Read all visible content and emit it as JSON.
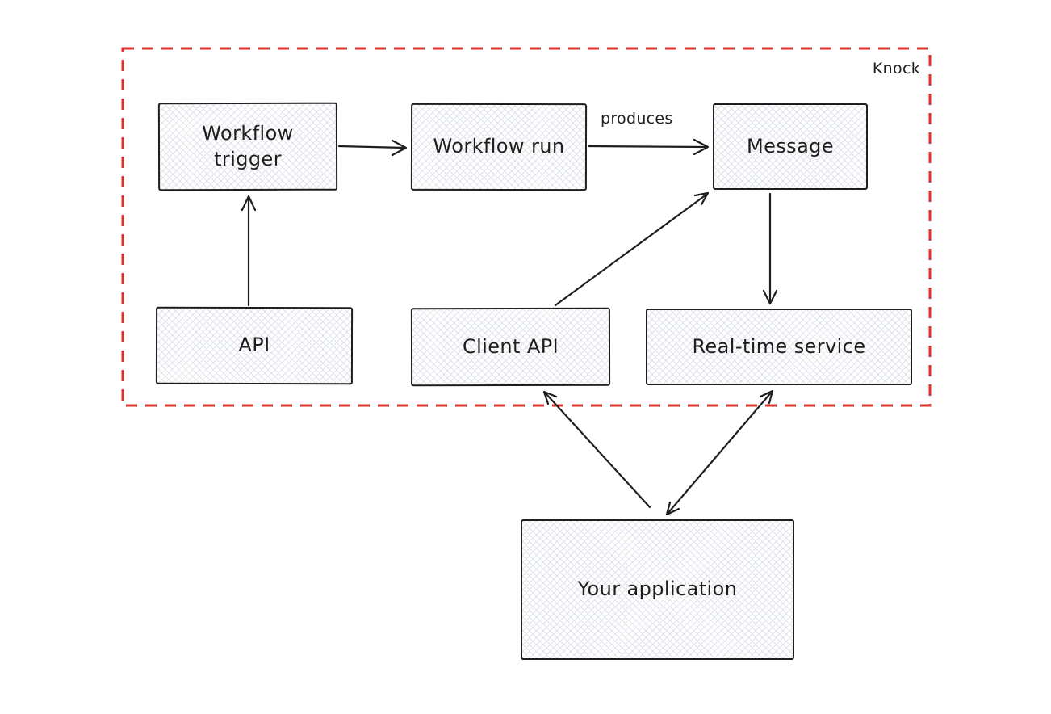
{
  "diagram": {
    "type": "architecture-flow",
    "style": "hand-drawn"
  },
  "knock_container": {
    "label": "Knock"
  },
  "nodes": {
    "workflow_trigger": {
      "label": "Workflow trigger"
    },
    "workflow_run": {
      "label": "Workflow run"
    },
    "message": {
      "label": "Message"
    },
    "api": {
      "label": "API"
    },
    "client_api": {
      "label": "Client API"
    },
    "realtime_service": {
      "label": "Real-time service"
    },
    "your_application": {
      "label": "Your application"
    }
  },
  "edges": {
    "trigger_to_run": {
      "from": "Workflow trigger",
      "to": "Workflow run",
      "label": "",
      "bidirectional": false
    },
    "run_to_message": {
      "from": "Workflow run",
      "to": "Message",
      "label": "produces",
      "bidirectional": false
    },
    "api_to_trigger": {
      "from": "API",
      "to": "Workflow trigger",
      "label": "",
      "bidirectional": false
    },
    "client_api_to_message": {
      "from": "Client API",
      "to": "Message",
      "label": "",
      "bidirectional": false
    },
    "message_to_realtime": {
      "from": "Message",
      "to": "Real-time service",
      "label": "",
      "bidirectional": false
    },
    "application_to_client_api": {
      "from": "Your application",
      "to": "Client API",
      "label": "",
      "bidirectional": false
    },
    "application_realtime": {
      "from": "Your application",
      "to": "Real-time service",
      "label": "",
      "bidirectional": true
    }
  },
  "colors": {
    "container_border": "#e03131",
    "node_stroke": "#1e1e1e",
    "text": "#1e1e1e",
    "hatch_line": "#dfe3ea",
    "background": "#ffffff"
  }
}
